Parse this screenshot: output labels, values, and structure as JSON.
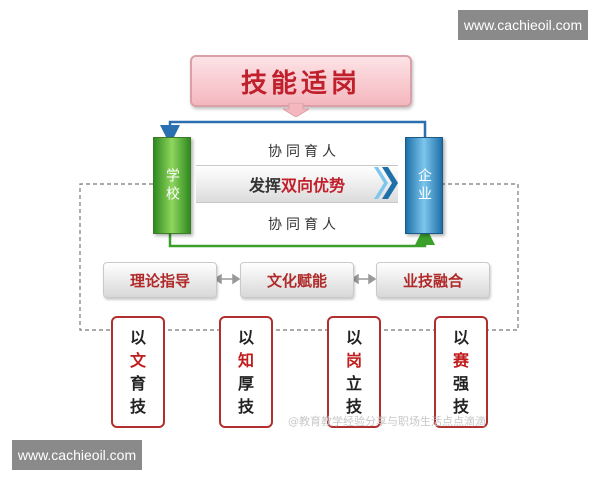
{
  "watermark": {
    "top": "www.cachieoil.com",
    "bottom": "www.cachieoil.com"
  },
  "title": "技能适岗",
  "school": "学校",
  "enterprise": "企业",
  "center": {
    "prefix": "发挥",
    "accent": "双向优势"
  },
  "cooperation_top": "协同育人",
  "cooperation_bottom": "协同育人",
  "pills": [
    "理论指导",
    "文化赋能",
    "业技融合"
  ],
  "boxes": [
    {
      "first": "以",
      "accent": "文",
      "rest": [
        "育",
        "技"
      ]
    },
    {
      "first": "以",
      "accent": "知",
      "rest": [
        "厚",
        "技"
      ]
    },
    {
      "first": "以",
      "accent": "岗",
      "rest": [
        "立",
        "技"
      ]
    },
    {
      "first": "以",
      "accent": "赛",
      "rest": [
        "强",
        "技"
      ]
    }
  ],
  "credit": "@教育教学经验分享与职场生活点点滴滴",
  "colors": {
    "title_red": "#c0202c",
    "school_green": "#2f8a1f",
    "enterprise_blue": "#1f6fa8",
    "arrow_blue": "#2a6fb0",
    "arrow_green": "#3aa02a",
    "box_border": "#b03030"
  }
}
